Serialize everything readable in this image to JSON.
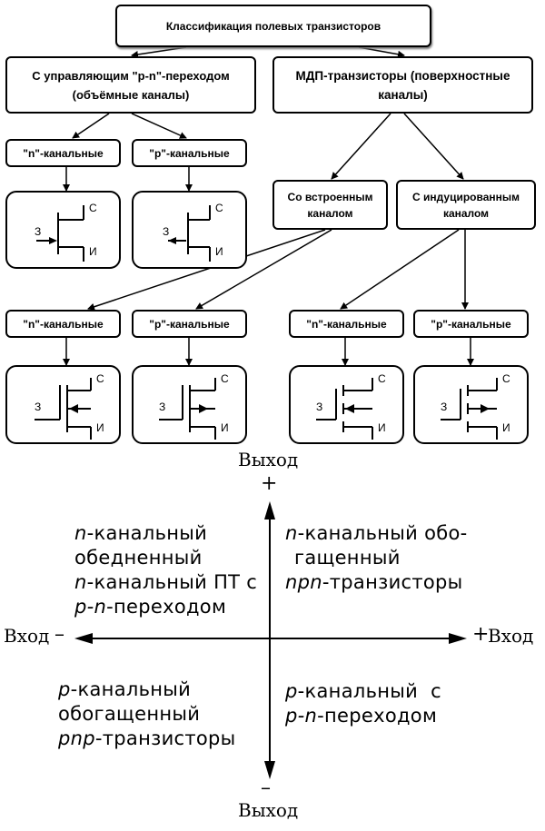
{
  "classification": {
    "title": "Классификация полевых транзисторов",
    "pn_junction": {
      "line1": "С управляющим \"р-n\"-переходом",
      "line2": "(объёмные каналы)"
    },
    "mosfet": {
      "line1": "МДП-транзисторы (поверхностные",
      "line2": "каналы)"
    },
    "built_in": {
      "line1": "Со встроенным",
      "line2": "каналом"
    },
    "induced": {
      "line1": "С индуцированным",
      "line2": "каналом"
    },
    "n_channel": "\"n\"-канальные",
    "p_channel": "\"р\"-канальные",
    "pin_gate": "З",
    "pin_drain": "С",
    "pin_source": "И"
  },
  "quadrant": {
    "output_top": "Выход",
    "output_bottom": "Выход",
    "input_left": "Вход",
    "input_right": "Вход",
    "plus": "+",
    "minus": "–",
    "q2": [
      {
        "pre": "n",
        "rest": "-канальный"
      },
      {
        "pre": "",
        "rest": "обедненный"
      },
      {
        "pre": "n",
        "rest": "-канальный ПТ с"
      },
      {
        "pre": "p-n",
        "rest": "-переходом"
      }
    ],
    "q1": [
      {
        "pre": "n",
        "rest": "-канальный обо-"
      },
      {
        "pre": "",
        "rest": "гащенный"
      },
      {
        "pre": "npn",
        "rest": "-транзисторы"
      }
    ],
    "q3": [
      {
        "pre": "p",
        "rest": "-канальный"
      },
      {
        "pre": "",
        "rest": "обогащенный"
      },
      {
        "pre": "pnp",
        "rest": "-транзисторы"
      }
    ],
    "q4": [
      {
        "pre": "p",
        "rest": "-канальный  с"
      },
      {
        "pre": "p-n",
        "rest": "-переходом"
      }
    ]
  }
}
